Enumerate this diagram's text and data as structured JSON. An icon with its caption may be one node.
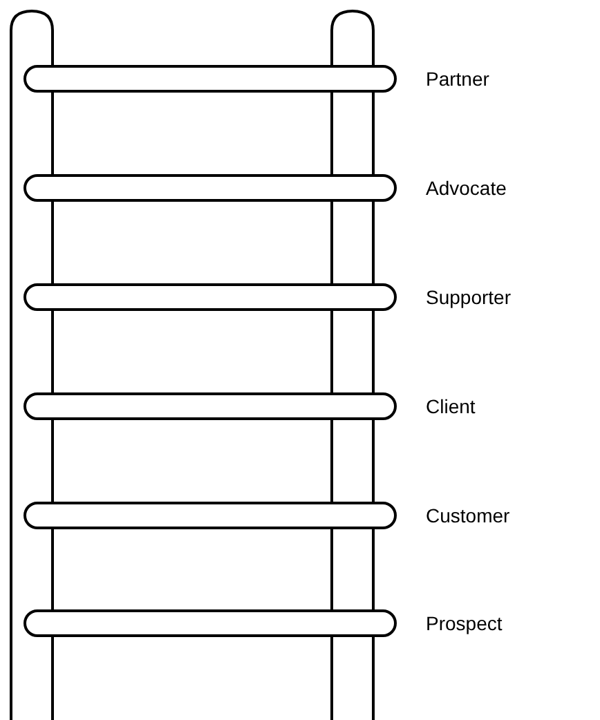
{
  "diagram": {
    "labels": [
      "Partner",
      "Advocate",
      "Supporter",
      "Client",
      "Customer",
      "Prospect"
    ]
  }
}
